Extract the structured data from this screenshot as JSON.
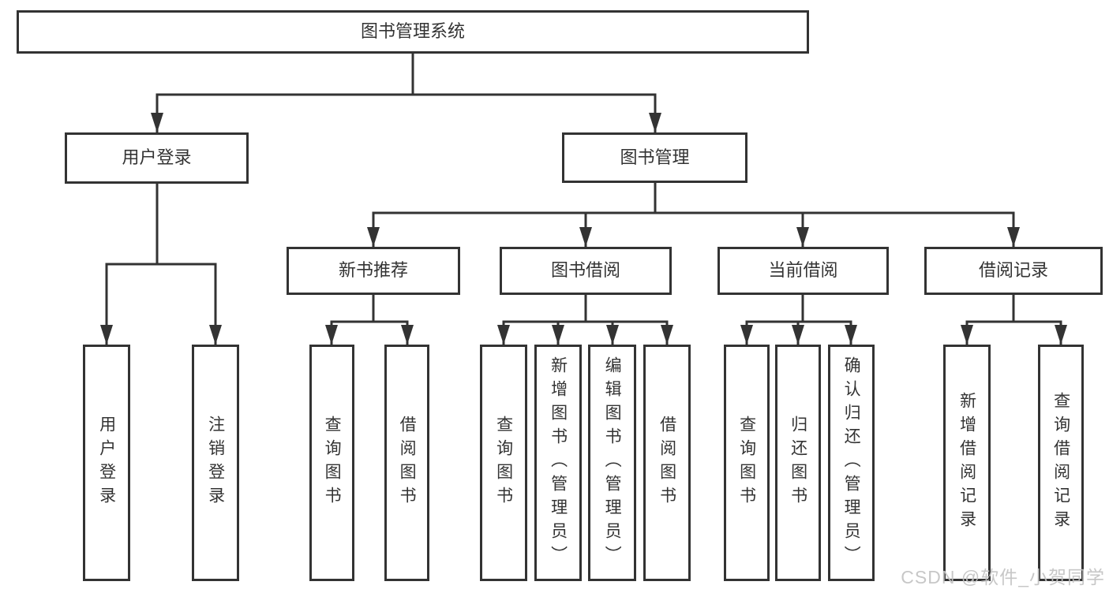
{
  "diagram": {
    "root": {
      "label": "图书管理系统",
      "children": [
        {
          "label": "用户登录",
          "children": [
            {
              "label": "用户登录"
            },
            {
              "label": "注销登录"
            }
          ]
        },
        {
          "label": "图书管理",
          "children": [
            {
              "label": "新书推荐",
              "children": [
                {
                  "label": "查询图书"
                },
                {
                  "label": "借阅图书"
                }
              ]
            },
            {
              "label": "图书借阅",
              "children": [
                {
                  "label": "查询图书"
                },
                {
                  "label": "新增图书（管理员）"
                },
                {
                  "label": "编辑图书（管理员）"
                },
                {
                  "label": "借阅图书"
                }
              ]
            },
            {
              "label": "当前借阅",
              "children": [
                {
                  "label": "查询图书"
                },
                {
                  "label": "归还图书"
                },
                {
                  "label": "确认归还（管理员）"
                }
              ]
            },
            {
              "label": "借阅记录",
              "children": [
                {
                  "label": "新增借阅记录"
                },
                {
                  "label": "查询借阅记录"
                }
              ]
            }
          ]
        }
      ]
    }
  },
  "watermark": {
    "text": "CSDN @软件_小贺同学"
  },
  "colors": {
    "line": "#333333",
    "text": "#333333",
    "box_background": "#ffffff",
    "watermark": "#c2c2c2",
    "background": "#ffffff"
  }
}
